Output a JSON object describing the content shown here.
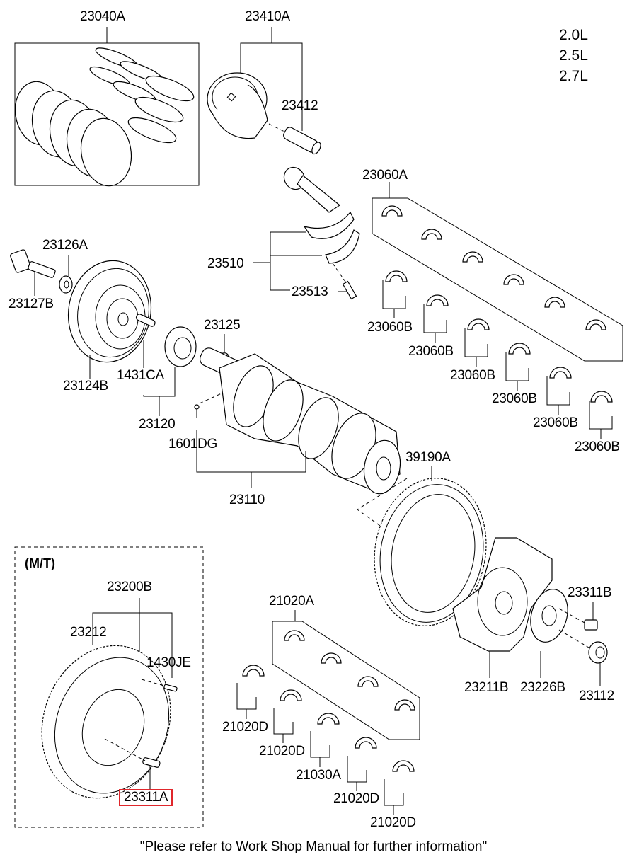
{
  "title": "Crankshaft & Piston Parts Diagram",
  "engine_displacements": [
    "2.0L",
    "2.5L",
    "2.7L"
  ],
  "section_mt": "(M/T)",
  "highlight_color": "#e0262b",
  "labels": {
    "p23040A": "23040A",
    "p23410A": "23410A",
    "p23412": "23412",
    "p23060A": "23060A",
    "p23126A": "23126A",
    "p23127B": "23127B",
    "p23510": "23510",
    "p23513": "23513",
    "p23060B_1": "23060B",
    "p23060B_2": "23060B",
    "p23060B_3": "23060B",
    "p23060B_4": "23060B",
    "p23060B_5": "23060B",
    "p23060B_6": "23060B",
    "p23125": "23125",
    "p23124B": "23124B",
    "p1431CA": "1431CA",
    "p23120": "23120",
    "p1601DG": "1601DG",
    "p23110": "23110",
    "p39190A": "39190A",
    "p23200B": "23200B",
    "p23212": "23212",
    "p1430JE": "1430JE",
    "p23311A": "23311A",
    "p21020A": "21020A",
    "p23311B": "23311B",
    "p21020D_1": "21020D",
    "p21020D_2": "21020D",
    "p21030A": "21030A",
    "p21020D_3": "21020D",
    "p21020D_4": "21020D",
    "p23211B": "23211B",
    "p23226B": "23226B",
    "p23112": "23112"
  },
  "selected_part": "23311A",
  "footer_note": "\"Please refer to Work Shop Manual for further information\""
}
